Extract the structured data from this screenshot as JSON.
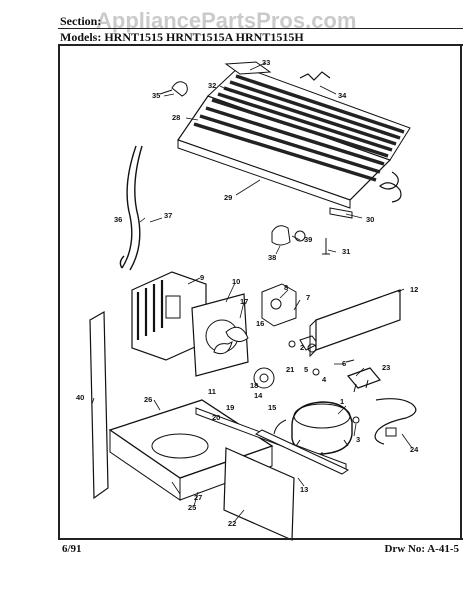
{
  "header": {
    "section_label": "Section:",
    "models_label": "Models:",
    "models": "HRNT1515  HRNT1515A  HRNT1515H"
  },
  "watermark": "AppliancePartsPros.com",
  "footer": {
    "date": "6/91",
    "drawing_no": "Drw No: A-41-5"
  },
  "part_callouts": [
    "1",
    "2",
    "3",
    "4",
    "5",
    "6",
    "7",
    "8",
    "9",
    "10",
    "11",
    "12",
    "13",
    "14",
    "15",
    "16",
    "17",
    "18",
    "19",
    "20",
    "21",
    "22",
    "23",
    "24",
    "25",
    "26",
    "27",
    "28",
    "29",
    "30",
    "31",
    "32",
    "33",
    "34",
    "35",
    "36",
    "37",
    "38",
    "39",
    "40"
  ]
}
